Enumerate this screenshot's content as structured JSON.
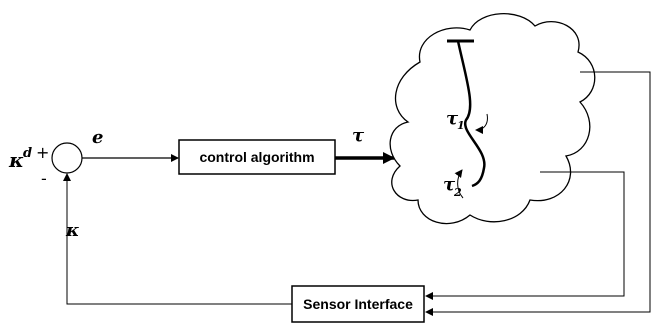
{
  "diagram": {
    "reference": {
      "symbol": "κ",
      "superscript": "d"
    },
    "plus_sign": "+",
    "minus_sign": "-",
    "error_label": "e",
    "controller_label": "control algorithm",
    "torque_label": "τ",
    "tau1": {
      "symbol": "τ",
      "subscript": "1"
    },
    "tau2": {
      "symbol": "τ",
      "subscript": "2"
    },
    "sensor_label": "Sensor Interface",
    "feedback_label": "κ"
  }
}
